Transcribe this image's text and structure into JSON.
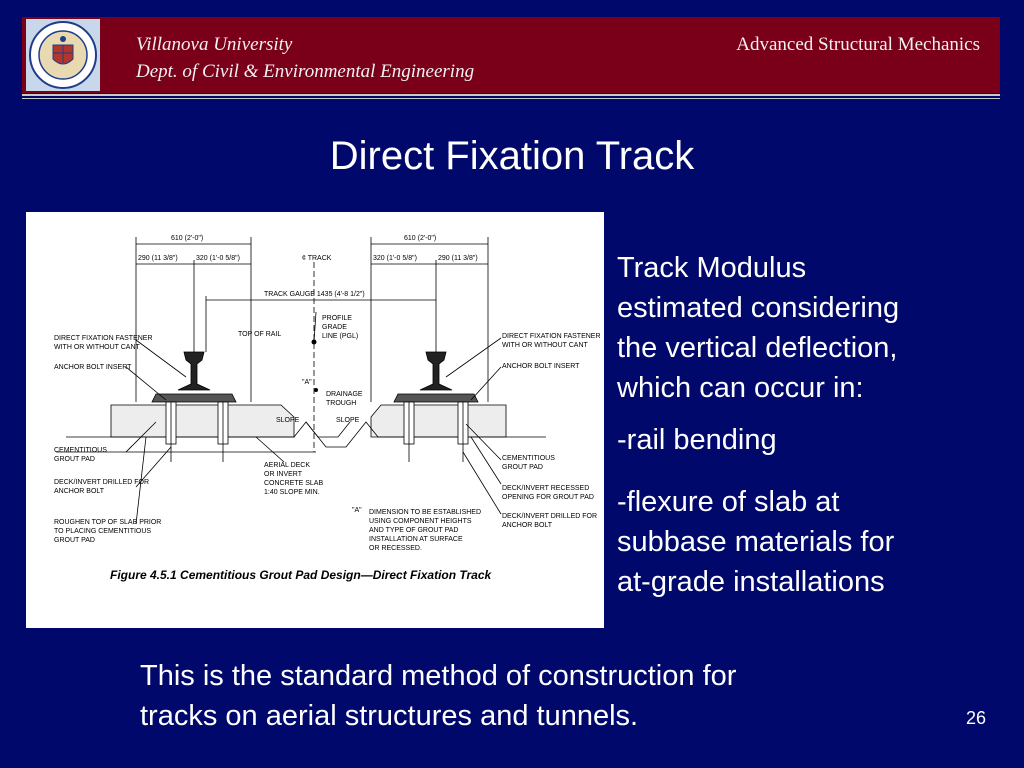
{
  "header": {
    "university": "Villanova University",
    "department": "Dept. of Civil & Environmental Engineering",
    "course": "Advanced Structural Mechanics"
  },
  "slide": {
    "title": "Direct Fixation Track",
    "right_text": {
      "paragraph1": [
        "Track Modulus",
        "estimated considering",
        "the vertical deflection,",
        "which can occur in:"
      ],
      "bullet1": "-rail bending",
      "bullet2": [
        "-flexure of slab at",
        "subbase materials for",
        "at-grade installations"
      ]
    },
    "bottom_text": [
      "This is the standard method of construction for",
      "tracks on aerial structures and tunnels."
    ],
    "page_number": "26"
  },
  "figure": {
    "caption": "Figure 4.5.1  Cementitious Grout Pad Design—Direct Fixation Track",
    "dims": {
      "left_total": "610 (2'-0\")",
      "right_total": "610 (2'-0\")",
      "left_a": "290 (11 3/8\")",
      "left_b": "320 (1'-0 5/8\")",
      "center": "¢ TRACK",
      "right_a": "320 (1'-0 5/8\")",
      "right_b": "290 (11 3/8\")",
      "gauge": "TRACK GAUGE 1435 (4'-8 1/2\")"
    },
    "labels_left": [
      "DIRECT FIXATION FASTENER",
      "WITH OR WITHOUT CANT",
      "ANCHOR BOLT INSERT",
      "CEMENTITIOUS",
      "GROUT PAD",
      "DECK/INVERT DRILLED FOR",
      "ANCHOR BOLT",
      "ROUGHEN TOP OF SLAB PRIOR",
      "TO PLACING CEMENTITIOUS",
      "GROUT PAD"
    ],
    "labels_center": {
      "top_of_rail": "TOP OF RAIL",
      "profile": [
        "PROFILE",
        "GRADE",
        "LINE (PGL)"
      ],
      "a_mark": "\"A\"",
      "drainage": [
        "DRAINAGE",
        "TROUGH"
      ],
      "slope": "SLOPE",
      "aerial": [
        "AERIAL DECK",
        "OR INVERT",
        "CONCRETE SLAB",
        "1:40 SLOPE MIN."
      ],
      "note": [
        "DIMENSION TO BE ESTABLISHED",
        "USING COMPONENT HEIGHTS",
        "AND TYPE OF GROUT PAD",
        "INSTALLATION AT SURFACE",
        "OR RECESSED."
      ]
    },
    "labels_right": [
      "DIRECT FIXATION FASTENER",
      "WITH OR WITHOUT CANT",
      "ANCHOR BOLT INSERT",
      "CEMENTITIOUS",
      "GROUT PAD",
      "DECK/INVERT RECESSED",
      "OPENING FOR GROUT PAD",
      "DECK/INVERT DRILLED FOR",
      "ANCHOR BOLT"
    ]
  }
}
